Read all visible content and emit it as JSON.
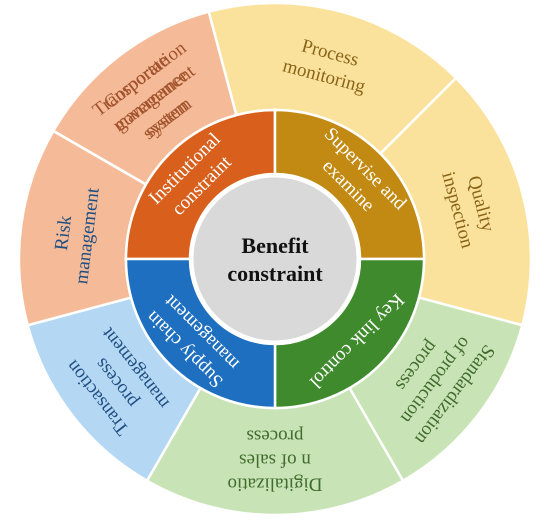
{
  "center": {
    "lines": [
      "Benefit",
      "constraint"
    ],
    "fill": "#d9d9d9"
  },
  "inner_ring": [
    {
      "id": "institutional",
      "lines": [
        "Institutional",
        "constraint"
      ],
      "fill": "#d9601c",
      "text_color": "#ffffff"
    },
    {
      "id": "supervise",
      "lines": [
        "Supervise and",
        "examine"
      ],
      "fill": "#c28a12",
      "text_color": "#ffffff"
    },
    {
      "id": "key-link",
      "lines": [
        "Key link control"
      ],
      "fill": "#3f8a2c",
      "text_color": "#ffffff"
    },
    {
      "id": "supply-chain",
      "lines": [
        "Supply chain",
        "management"
      ],
      "fill": "#1e6fc0",
      "text_color": "#ffffff"
    }
  ],
  "outer_ring": [
    {
      "id": "transportation",
      "lines": [
        "Transportation",
        "management",
        "system"
      ],
      "fill": "#f5bb98",
      "text_color": "#a2532c"
    },
    {
      "id": "process-monitoring",
      "lines": [
        "Process",
        "monitoring"
      ],
      "fill": "#fbe29c",
      "text_color": "#8a6418"
    },
    {
      "id": "quality-inspection",
      "lines": [
        "Quality",
        "inspection"
      ],
      "fill": "#fbe29c",
      "text_color": "#8a6418"
    },
    {
      "id": "standardization",
      "lines": [
        "Standardization",
        "of production",
        "process"
      ],
      "fill": "#c8e3b5",
      "text_color": "#3f6b2c"
    },
    {
      "id": "digitalization",
      "lines": [
        "Digitalizatio",
        "n of sales",
        "process"
      ],
      "fill": "#c8e3b5",
      "text_color": "#3f6b2c"
    },
    {
      "id": "transaction",
      "lines": [
        "Transaction",
        "process",
        "management"
      ],
      "fill": "#b4d7f4",
      "text_color": "#1f4f82"
    },
    {
      "id": "risk",
      "lines": [
        "Risk",
        "management"
      ],
      "fill": "#b4d7f4",
      "text_color": "#1f4f82"
    },
    {
      "id": "corporate",
      "lines": [
        "Corporate",
        "governance",
        "system"
      ],
      "fill": "#f5bb98",
      "text_color": "#a2532c"
    }
  ]
}
